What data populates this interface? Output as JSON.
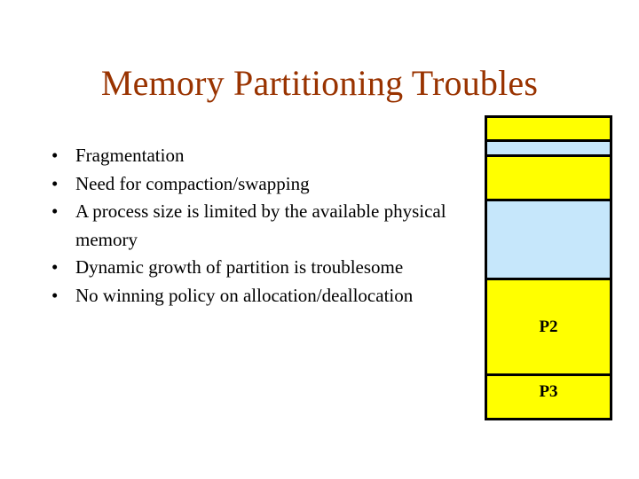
{
  "slide": {
    "title": "Memory Partitioning Troubles",
    "title_color": "#993300",
    "background_color": "#ffffff",
    "bullet_glyph": "•",
    "bullets": [
      {
        "text": "Fragmentation"
      },
      {
        "text": "Need for compaction/swapping"
      },
      {
        "text": "A process size is limited by the available physical memory"
      },
      {
        "text": "Dynamic growth of partition is troublesome"
      },
      {
        "text": "No winning policy on allocation/deallocation"
      }
    ]
  },
  "memory_diagram": {
    "border_color": "#000000",
    "colors": {
      "allocated": "#ffff00",
      "free": "#c6e7fb"
    },
    "blocks": [
      {
        "label": "",
        "state": "allocated",
        "color": "#ffff00",
        "height": 24
      },
      {
        "label": "",
        "state": "free",
        "color": "#c6e7fb",
        "height": 17
      },
      {
        "label": "",
        "state": "allocated",
        "color": "#ffff00",
        "height": 50
      },
      {
        "label": "",
        "state": "free",
        "color": "#c6e7fb",
        "height": 89
      },
      {
        "label": "P2",
        "state": "allocated",
        "color": "#ffff00",
        "height": 108
      },
      {
        "label": "P3",
        "state": "allocated",
        "color": "#ffff00",
        "height": 38
      }
    ]
  }
}
